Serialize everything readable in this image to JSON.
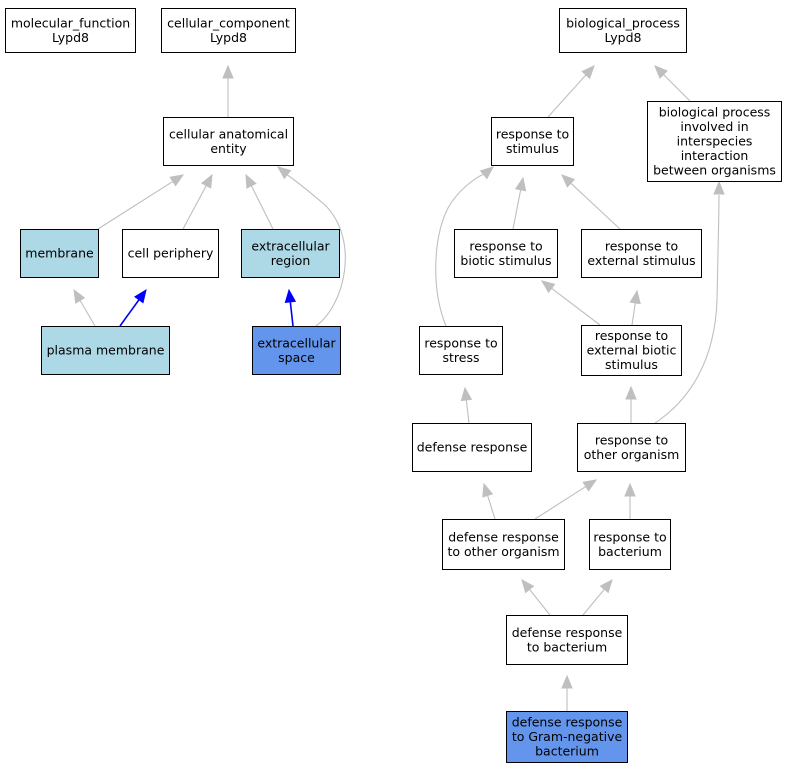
{
  "colors": {
    "plain": "#ffffff",
    "light": "#add8e6",
    "focus": "#6495ed",
    "edge_gray": "#bfbfbf",
    "edge_blue": "#0000ff"
  },
  "nodes": {
    "molecular_function": {
      "lines": [
        "molecular_function",
        "Lypd8"
      ],
      "fill": "plain"
    },
    "cellular_component": {
      "lines": [
        "cellular_component",
        "Lypd8"
      ],
      "fill": "plain"
    },
    "biological_process": {
      "lines": [
        "biological_process",
        "Lypd8"
      ],
      "fill": "plain"
    },
    "cellular_anatomical_entity": {
      "lines": [
        "cellular anatomical",
        "entity"
      ],
      "fill": "plain"
    },
    "membrane": {
      "lines": [
        "membrane"
      ],
      "fill": "light"
    },
    "cell_periphery": {
      "lines": [
        "cell periphery"
      ],
      "fill": "plain"
    },
    "extracellular_region": {
      "lines": [
        "extracellular",
        "region"
      ],
      "fill": "light"
    },
    "plasma_membrane": {
      "lines": [
        "plasma membrane"
      ],
      "fill": "light"
    },
    "extracellular_space": {
      "lines": [
        "extracellular",
        "space"
      ],
      "fill": "focus"
    },
    "response_to_stimulus": {
      "lines": [
        "response to",
        "stimulus"
      ],
      "fill": "plain"
    },
    "bp_interspecies": {
      "lines": [
        "biological process",
        "involved in",
        "interspecies",
        "interaction",
        "between organisms"
      ],
      "fill": "plain"
    },
    "response_to_biotic_stimulus": {
      "lines": [
        "response to",
        "biotic stimulus"
      ],
      "fill": "plain"
    },
    "response_to_external_stimulus": {
      "lines": [
        "response to",
        "external stimulus"
      ],
      "fill": "plain"
    },
    "response_to_stress": {
      "lines": [
        "response to",
        "stress"
      ],
      "fill": "plain"
    },
    "response_to_external_biotic_stimulus": {
      "lines": [
        "response to",
        "external biotic",
        "stimulus"
      ],
      "fill": "plain"
    },
    "defense_response": {
      "lines": [
        "defense response"
      ],
      "fill": "plain"
    },
    "response_to_other_organism": {
      "lines": [
        "response to",
        "other organism"
      ],
      "fill": "plain"
    },
    "defense_response_to_other_organism": {
      "lines": [
        "defense response",
        "to other organism"
      ],
      "fill": "plain"
    },
    "response_to_bacterium": {
      "lines": [
        "response to",
        "bacterium"
      ],
      "fill": "plain"
    },
    "defense_response_to_bacterium": {
      "lines": [
        "defense response",
        "to bacterium"
      ],
      "fill": "plain"
    },
    "defense_response_to_gram_negative_bacterium": {
      "lines": [
        "defense response",
        "to Gram-negative",
        "bacterium"
      ],
      "fill": "focus"
    }
  },
  "edges": [
    {
      "from": "cellular_anatomical_entity",
      "to": "cellular_component",
      "color": "edge_gray"
    },
    {
      "from": "membrane",
      "to": "cellular_anatomical_entity",
      "color": "edge_gray"
    },
    {
      "from": "cell_periphery",
      "to": "cellular_anatomical_entity",
      "color": "edge_gray"
    },
    {
      "from": "extracellular_region",
      "to": "cellular_anatomical_entity",
      "color": "edge_gray"
    },
    {
      "from": "extracellular_space",
      "to": "cellular_anatomical_entity",
      "color": "edge_gray"
    },
    {
      "from": "plasma_membrane",
      "to": "membrane",
      "color": "edge_gray"
    },
    {
      "from": "plasma_membrane",
      "to": "cell_periphery",
      "color": "edge_blue"
    },
    {
      "from": "extracellular_space",
      "to": "extracellular_region",
      "color": "edge_blue"
    },
    {
      "from": "response_to_stimulus",
      "to": "biological_process",
      "color": "edge_gray"
    },
    {
      "from": "bp_interspecies",
      "to": "biological_process",
      "color": "edge_gray"
    },
    {
      "from": "response_to_biotic_stimulus",
      "to": "response_to_stimulus",
      "color": "edge_gray"
    },
    {
      "from": "response_to_external_stimulus",
      "to": "response_to_stimulus",
      "color": "edge_gray"
    },
    {
      "from": "response_to_stress",
      "to": "response_to_stimulus",
      "color": "edge_gray"
    },
    {
      "from": "response_to_external_biotic_stimulus",
      "to": "response_to_biotic_stimulus",
      "color": "edge_gray"
    },
    {
      "from": "response_to_external_biotic_stimulus",
      "to": "response_to_external_stimulus",
      "color": "edge_gray"
    },
    {
      "from": "defense_response",
      "to": "response_to_stress",
      "color": "edge_gray"
    },
    {
      "from": "response_to_other_organism",
      "to": "response_to_external_biotic_stimulus",
      "color": "edge_gray"
    },
    {
      "from": "response_to_other_organism",
      "to": "bp_interspecies",
      "color": "edge_gray"
    },
    {
      "from": "defense_response_to_other_organism",
      "to": "defense_response",
      "color": "edge_gray"
    },
    {
      "from": "defense_response_to_other_organism",
      "to": "response_to_other_organism",
      "color": "edge_gray"
    },
    {
      "from": "response_to_bacterium",
      "to": "response_to_other_organism",
      "color": "edge_gray"
    },
    {
      "from": "defense_response_to_bacterium",
      "to": "defense_response_to_other_organism",
      "color": "edge_gray"
    },
    {
      "from": "defense_response_to_bacterium",
      "to": "response_to_bacterium",
      "color": "edge_gray"
    },
    {
      "from": "defense_response_to_gram_negative_bacterium",
      "to": "defense_response_to_bacterium",
      "color": "edge_gray"
    }
  ]
}
